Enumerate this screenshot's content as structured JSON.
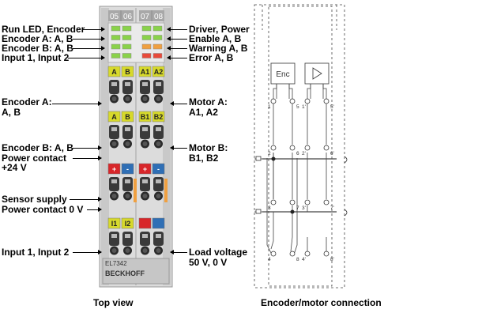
{
  "left_labels": [
    "Run LED, Encoder",
    "Encoder A: A, B",
    "Encoder B: A, B",
    "Input 1, Input 2",
    "Encoder A:",
    "A, B",
    "Encoder B: A, B",
    "Power contact",
    "+24 V",
    "Sensor supply",
    "Power contact 0 V",
    "Input 1, Input 2"
  ],
  "right_labels": [
    "Driver, Power",
    "Enable A, B",
    "Warning A, B",
    "Error A, B",
    "Motor A:",
    "A1, A2",
    "Motor B:",
    "B1, B2",
    "Load voltage",
    "50 V, 0 V"
  ],
  "terminal": {
    "header_left": [
      "05",
      "06"
    ],
    "header_right": [
      "07",
      "08"
    ],
    "row_ab1": [
      "A",
      "B",
      "A1",
      "A2"
    ],
    "row_ab2": [
      "A",
      "B",
      "B1",
      "B2"
    ],
    "row_pm": [
      "+",
      "-",
      "+",
      "-"
    ],
    "row_io": [
      "I1",
      "I2"
    ],
    "model": "EL7342",
    "brand": "BECKHOFF",
    "yellow": "#d7d92b",
    "red": "#d8262a",
    "blue": "#2f6fb5",
    "led_green": "#8ad24a",
    "led_red": "#e84a3a",
    "led_orange": "#f0a040"
  },
  "diagram": {
    "block_left": "Enc",
    "pin_labels_top": [
      "1",
      "5",
      "1'",
      "5'"
    ],
    "pin_labels_mid": [
      "2",
      "6",
      "2'",
      "6'"
    ],
    "pin_labels_low": [
      "3",
      "7",
      "3'",
      "7'"
    ],
    "pin_labels_bot": [
      "4",
      "8",
      "4'",
      "8'"
    ]
  },
  "captions": {
    "left": "Top view",
    "right": "Encoder/motor connection"
  }
}
